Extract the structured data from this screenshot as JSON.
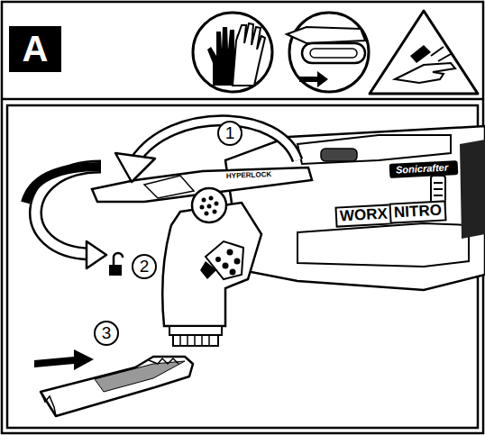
{
  "diagram": {
    "nodes": [
      {
        "text": [
          "A"
        ]
      },
      {
        "text": [
          "1"
        ]
      },
      {
        "text": [
          "2"
        ]
      },
      {
        "text": [
          "3"
        ]
      }
    ],
    "labels": [
      "Sonicrafter",
      "WORX",
      "NITRO",
      "HYPERLOCK"
    ]
  }
}
